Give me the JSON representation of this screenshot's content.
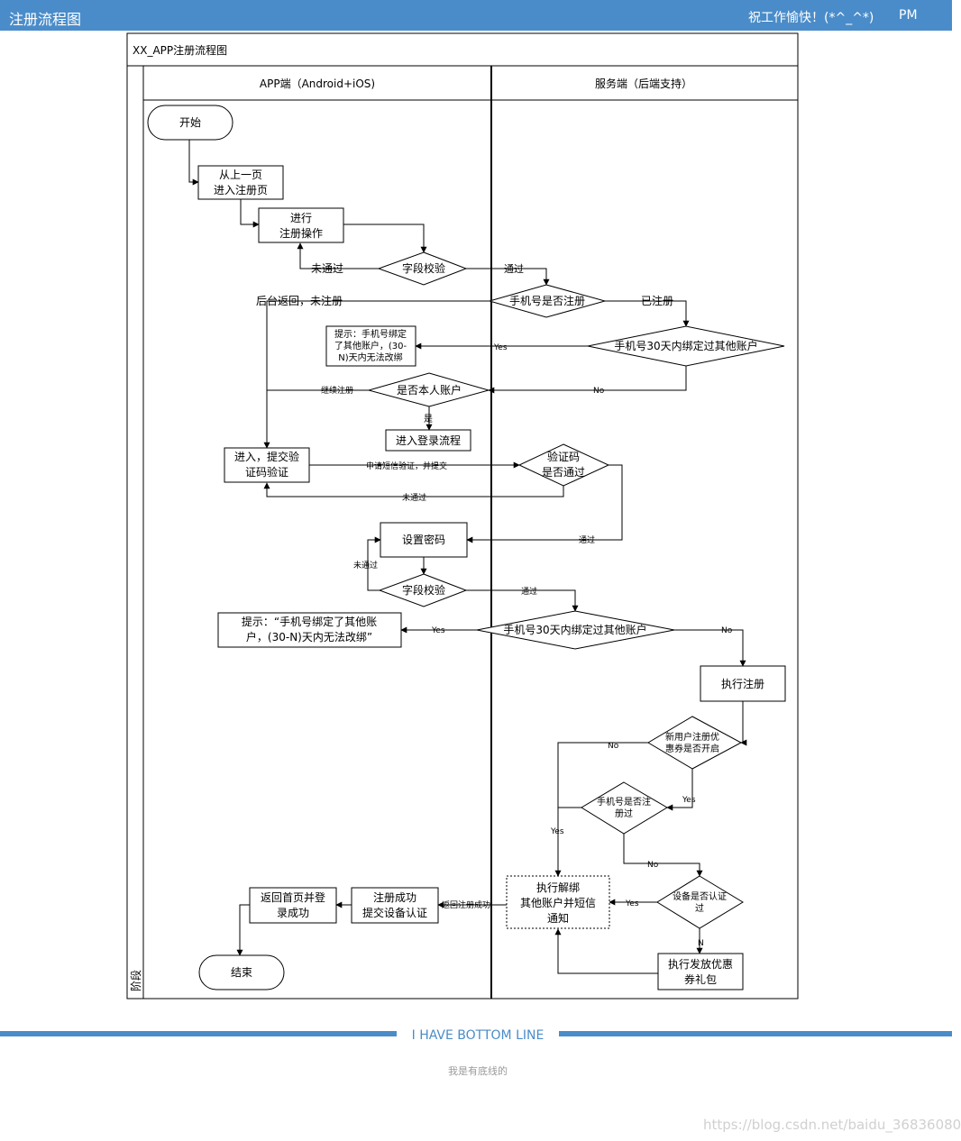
{
  "header": {
    "title": "注册流程图",
    "greeting": "祝工作愉快！(*^_^*)",
    "pm": "PM"
  },
  "diagram": {
    "title": "XX_APP注册流程图",
    "lanes": {
      "app": "APP端（Android+iOS)",
      "server": "服务端（后端支持）",
      "side": "阶段"
    },
    "nodes": {
      "start": "开始",
      "enter_reg": [
        "从上一页",
        "进入注册页"
      ],
      "do_reg": [
        "进行",
        "注册操作"
      ],
      "field_check1": "字段校验",
      "phone_registered": "手机号是否注册",
      "bound_30d_1": "手机号30天内绑定过其他账户",
      "hint1": [
        "提示：手机号绑定",
        "了其他账户，(30-",
        "N)天内无法改绑"
      ],
      "is_own": "是否本人账户",
      "login_flow": "进入登录流程",
      "submit_code": [
        "进入，提交验",
        "证码验证"
      ],
      "code_check": [
        "验证码",
        "是否通过"
      ],
      "set_pwd": "设置密码",
      "field_check2": "字段校验",
      "bound_30d_2": "手机号30天内绑定过其他账户",
      "hint2": [
        "提示：“手机号绑定了其他账",
        "户，(30-N)天内无法改绑”"
      ],
      "do_register": "执行注册",
      "coupon_open": [
        "新用户注册优",
        "惠券是否开启"
      ],
      "phone_reg_before": [
        "手机号是否注",
        "册过"
      ],
      "device_cert": [
        "设备是否认证",
        "过"
      ],
      "unbind": [
        "执行解绑",
        "其他账户并短信",
        "通知"
      ],
      "send_coupon": [
        "执行发放优惠",
        "券礼包"
      ],
      "reg_success": [
        "注册成功",
        "提交设备认证"
      ],
      "return_home": [
        "返回首页并登",
        "录成功"
      ],
      "end": "结束"
    },
    "labels": {
      "not_passed1": "未通过",
      "passed1": "通过",
      "back_unreg": "后台返回，未注册",
      "registered": "已注册",
      "yes1": "Yes",
      "no1": "No",
      "continue_reg": "继续注册",
      "is_yes": "是",
      "apply_sms": "申请短信验证，并提交",
      "not_passed2": "未通过",
      "passed2": "通过",
      "not_passed3": "未通过",
      "passed3": "通过",
      "yes2": "Yes",
      "no2": "No",
      "no3": "No",
      "yes3": "Yes",
      "yes4": "Yes",
      "no4": "No",
      "yes5": "Yes",
      "n": "N",
      "return_success": "返回注册成功"
    }
  },
  "footer": {
    "title": "I HAVE BOTTOM LINE",
    "subtitle": "我是有底线的"
  },
  "watermark": "https://blog.csdn.net/baidu_36836080",
  "colors": {
    "accent": "#4a8cc9",
    "stroke": "#000000"
  }
}
